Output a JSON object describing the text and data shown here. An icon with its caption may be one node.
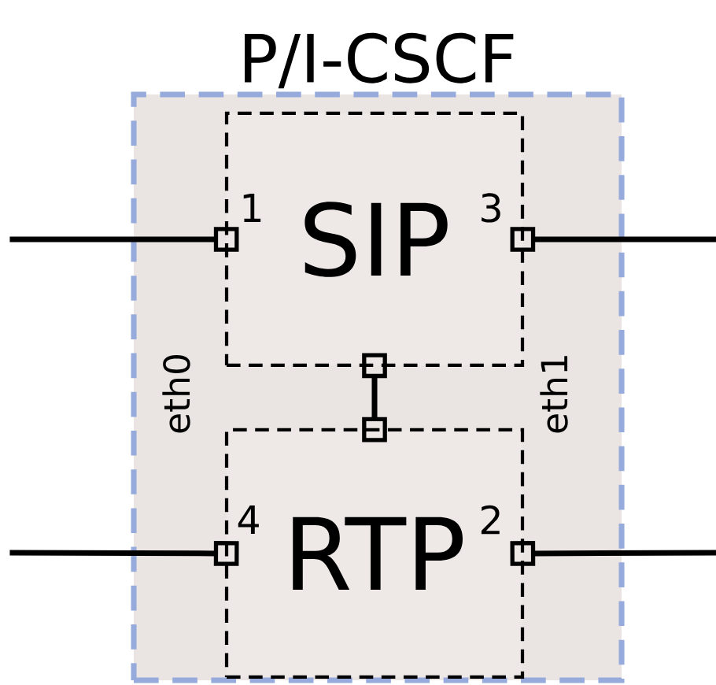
{
  "diagram": {
    "nodes": [
      {
        "text": [
          "P/I-CSCF"
        ]
      },
      {
        "text": [
          "SIP"
        ],
        "in": 0
      },
      {
        "text": [
          "RTP"
        ],
        "in": 0
      }
    ],
    "edges": [
      {
        "from": null,
        "to": 1,
        "arrow": "other"
      },
      {
        "from": 1,
        "to": null,
        "arrow": "other"
      },
      {
        "from": 1,
        "to": 2,
        "arrow": "other"
      },
      {
        "from": null,
        "to": 2,
        "arrow": "other"
      },
      {
        "from": 2,
        "to": null,
        "arrow": "other"
      }
    ],
    "labels": [
      "1",
      "3",
      "eth0",
      "eth1",
      "4",
      "2"
    ]
  }
}
